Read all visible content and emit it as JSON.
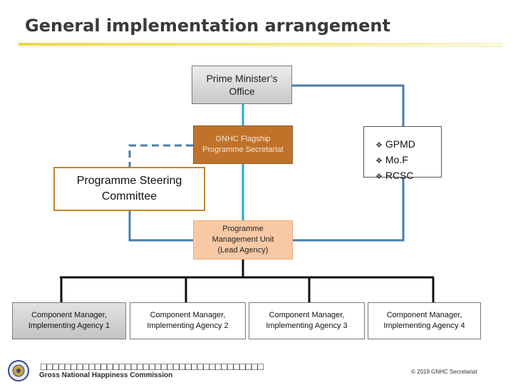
{
  "header": {
    "title": "General implementation arrangement"
  },
  "nodes": {
    "pmo": [
      "Prime Minister’s",
      "Office"
    ],
    "gnhc": [
      "GNHC Flagship",
      "Programme Secretariat"
    ],
    "psc": [
      "Programme Steering",
      "Committee"
    ],
    "pmu": [
      "Programme",
      "Management Unit",
      "(Lead Agency)"
    ]
  },
  "agencies": [
    "GPMD",
    "Mo.F",
    "RCSC"
  ],
  "component_managers": [
    [
      "Component Manager,",
      "Implementing Agency 1"
    ],
    [
      "Component  Manager,",
      "Implementing Agency 2"
    ],
    [
      "Component Manager,",
      "Implementing Agency 3"
    ],
    [
      "Component Manager,",
      "Implementing Agency 4"
    ]
  ],
  "footer": {
    "squares": "□□□□□□□□□□□□□□□□□□□□□□□□□□□□□□□□□□□□□",
    "commission": "Gross National Happiness Commission",
    "copyright": "© 2019 GNHC Secretariat"
  },
  "colors": {
    "steel_line": "#4a7ea8",
    "cyan_line": "#2aa6d6",
    "black_line": "#111111",
    "secretariat_fill": "#c0722a",
    "pmu_fill": "#f9c9a5",
    "psc_border": "#c9842f"
  },
  "icons": {
    "bullet": "diamond-bullet-icon",
    "logo": "gnhc-seal-icon"
  }
}
